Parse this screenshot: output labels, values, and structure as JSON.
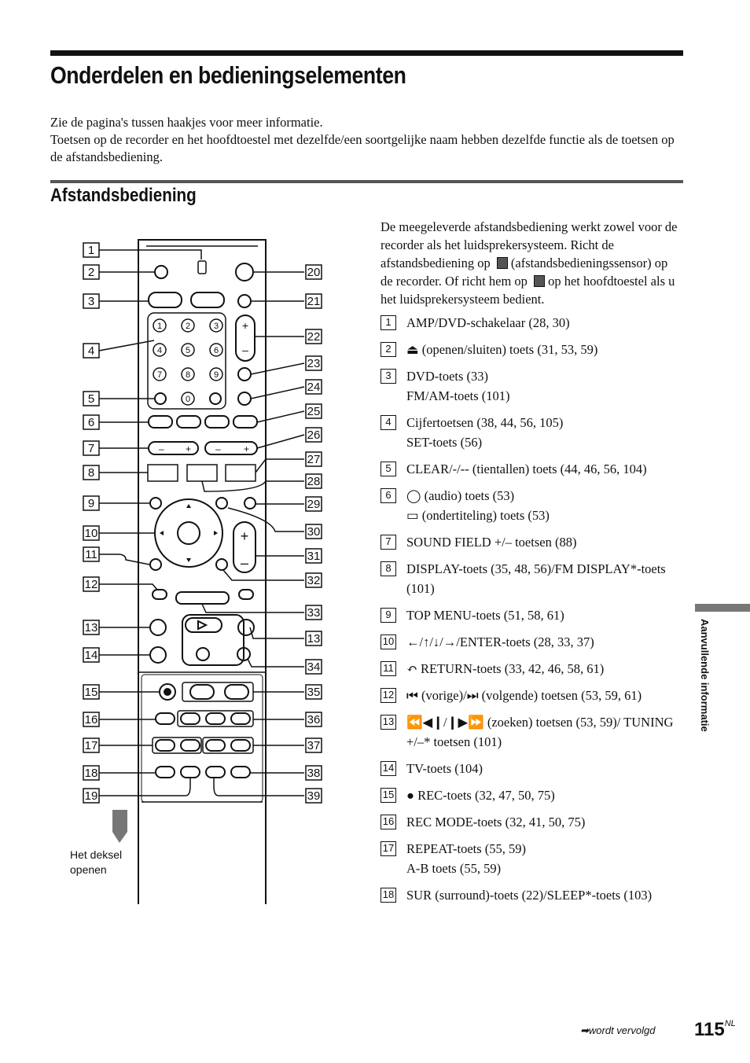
{
  "page": {
    "title": "Onderdelen en bedieningselementen",
    "intro": [
      "Zie de pagina's tussen haakjes voor meer informatie.",
      "Toetsen op de recorder en het hoofdtoestel met dezelfde/een soortgelijke naam hebben dezelfde functie als de toetsen op de afstandsbediening."
    ],
    "section_title": "Afstandsbediening",
    "desc_part1": "De meegeleverde afstandsbediening werkt zowel voor de recorder als het luidsprekersysteem. Richt de afstandsbediening op",
    "desc_part2": "(afstandsbedieningssensor) op de recorder. Of richt hem op",
    "desc_part3": "op het hoofdtoestel als u het luidsprekersysteem bedient.",
    "side_tab": "Aanvullende informatie",
    "continued": "wordt vervolgd",
    "page_number": "115",
    "page_suffix": "NL",
    "cover_label": "Het deksel openen"
  },
  "items": [
    {
      "num": "1",
      "lines": [
        "AMP/DVD-schakelaar (28, 30)"
      ]
    },
    {
      "num": "2",
      "lines": [
        "⏏ (openen/sluiten) toets (31, 53, 59)"
      ]
    },
    {
      "num": "3",
      "lines": [
        "DVD-toets (33)",
        "FM/AM-toets (101)"
      ]
    },
    {
      "num": "4",
      "lines": [
        "Cijfertoetsen (38, 44, 56, 105)",
        "SET-toets (56)"
      ]
    },
    {
      "num": "5",
      "lines": [
        "CLEAR/-/-- (tientallen) toets (44, 46, 56, 104)"
      ]
    },
    {
      "num": "6",
      "lines": [
        "◯ (audio) toets (53)",
        "▭ (ondertiteling) toets (53)"
      ]
    },
    {
      "num": "7",
      "lines": [
        "SOUND FIELD +/– toetsen (88)"
      ]
    },
    {
      "num": "8",
      "lines": [
        "DISPLAY-toets (35, 48, 56)/FM DISPLAY*-toets (101)"
      ]
    },
    {
      "num": "9",
      "lines": [
        "TOP MENU-toets (51, 58, 61)"
      ]
    },
    {
      "num": "10",
      "lines": [
        "←/↑/↓/→/ENTER-toets (28, 33, 37)"
      ]
    },
    {
      "num": "11",
      "lines": [
        "↶ RETURN-toets (33, 42, 46, 58, 61)"
      ]
    },
    {
      "num": "12",
      "lines": [
        "⏮ (vorige)/⏭ (volgende) toetsen (53, 59, 61)"
      ]
    },
    {
      "num": "13",
      "lines": [
        "⏪◀❙/❙▶⏩ (zoeken) toetsen (53, 59)/ TUNING +/–* toetsen (101)"
      ]
    },
    {
      "num": "14",
      "lines": [
        "TV-toets (104)"
      ]
    },
    {
      "num": "15",
      "lines": [
        "● REC-toets (32, 47, 50, 75)"
      ]
    },
    {
      "num": "16",
      "lines": [
        "REC MODE-toets (32, 41, 50, 75)"
      ]
    },
    {
      "num": "17",
      "lines": [
        "REPEAT-toets (55, 59)",
        "A-B toets (55, 59)"
      ]
    },
    {
      "num": "18",
      "lines": [
        "SUR (surround)-toets (22)/SLEEP*-toets (103)"
      ]
    }
  ],
  "callouts_left": [
    "1",
    "2",
    "3",
    "4",
    "5",
    "6",
    "7",
    "8",
    "9",
    "10",
    "11",
    "12",
    "13",
    "14",
    "15",
    "16",
    "17",
    "18",
    "19"
  ],
  "callouts_right": [
    "20",
    "21",
    "22",
    "23",
    "24",
    "25",
    "26",
    "27",
    "28",
    "29",
    "30",
    "31",
    "32",
    "33",
    "13",
    "34",
    "35",
    "36",
    "37",
    "38",
    "39"
  ],
  "keypad": [
    "1",
    "2",
    "3",
    "4",
    "5",
    "6",
    "7",
    "8",
    "9",
    "0"
  ]
}
